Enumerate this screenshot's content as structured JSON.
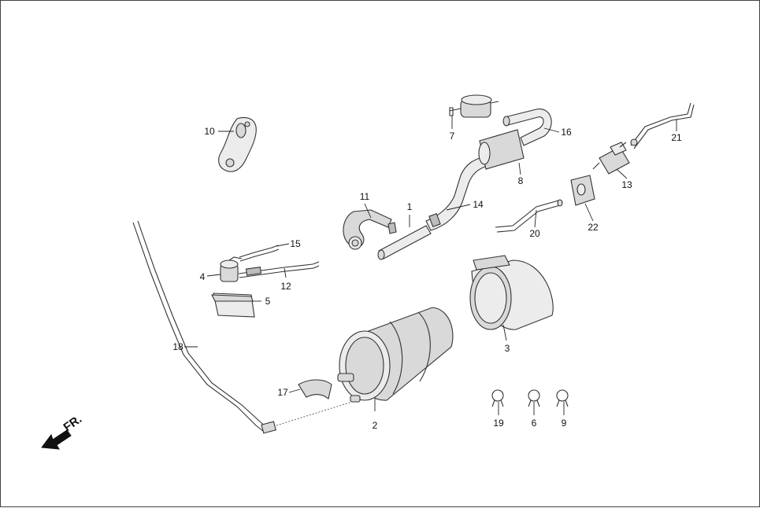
{
  "diagram": {
    "direction_label": "FR.",
    "callouts": [
      "1",
      "2",
      "3",
      "4",
      "5",
      "6",
      "7",
      "8",
      "9",
      "10",
      "11",
      "12",
      "13",
      "14",
      "15",
      "16",
      "17",
      "18",
      "19",
      "20",
      "21",
      "22"
    ]
  },
  "colors": {
    "line": "#333333",
    "part_fill": "#d9d9d9",
    "background": "#ffffff"
  }
}
